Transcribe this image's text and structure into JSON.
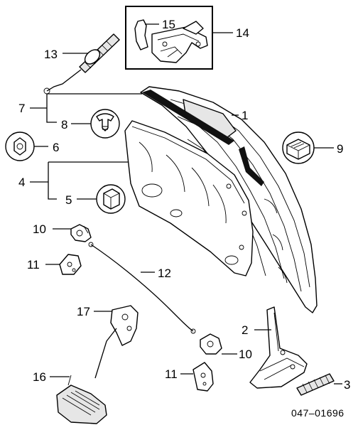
{
  "callouts": {
    "c1": "1",
    "c2": "2",
    "c3": "3",
    "c4": "4",
    "c5": "5",
    "c6": "6",
    "c7": "7",
    "c8": "8",
    "c9": "9",
    "c10a": "10",
    "c10b": "10",
    "c11a": "11",
    "c11b": "11",
    "c12": "12",
    "c13": "13",
    "c14": "14",
    "c15": "15",
    "c16": "16",
    "c17": "17"
  },
  "diagram_code": "047–01696"
}
